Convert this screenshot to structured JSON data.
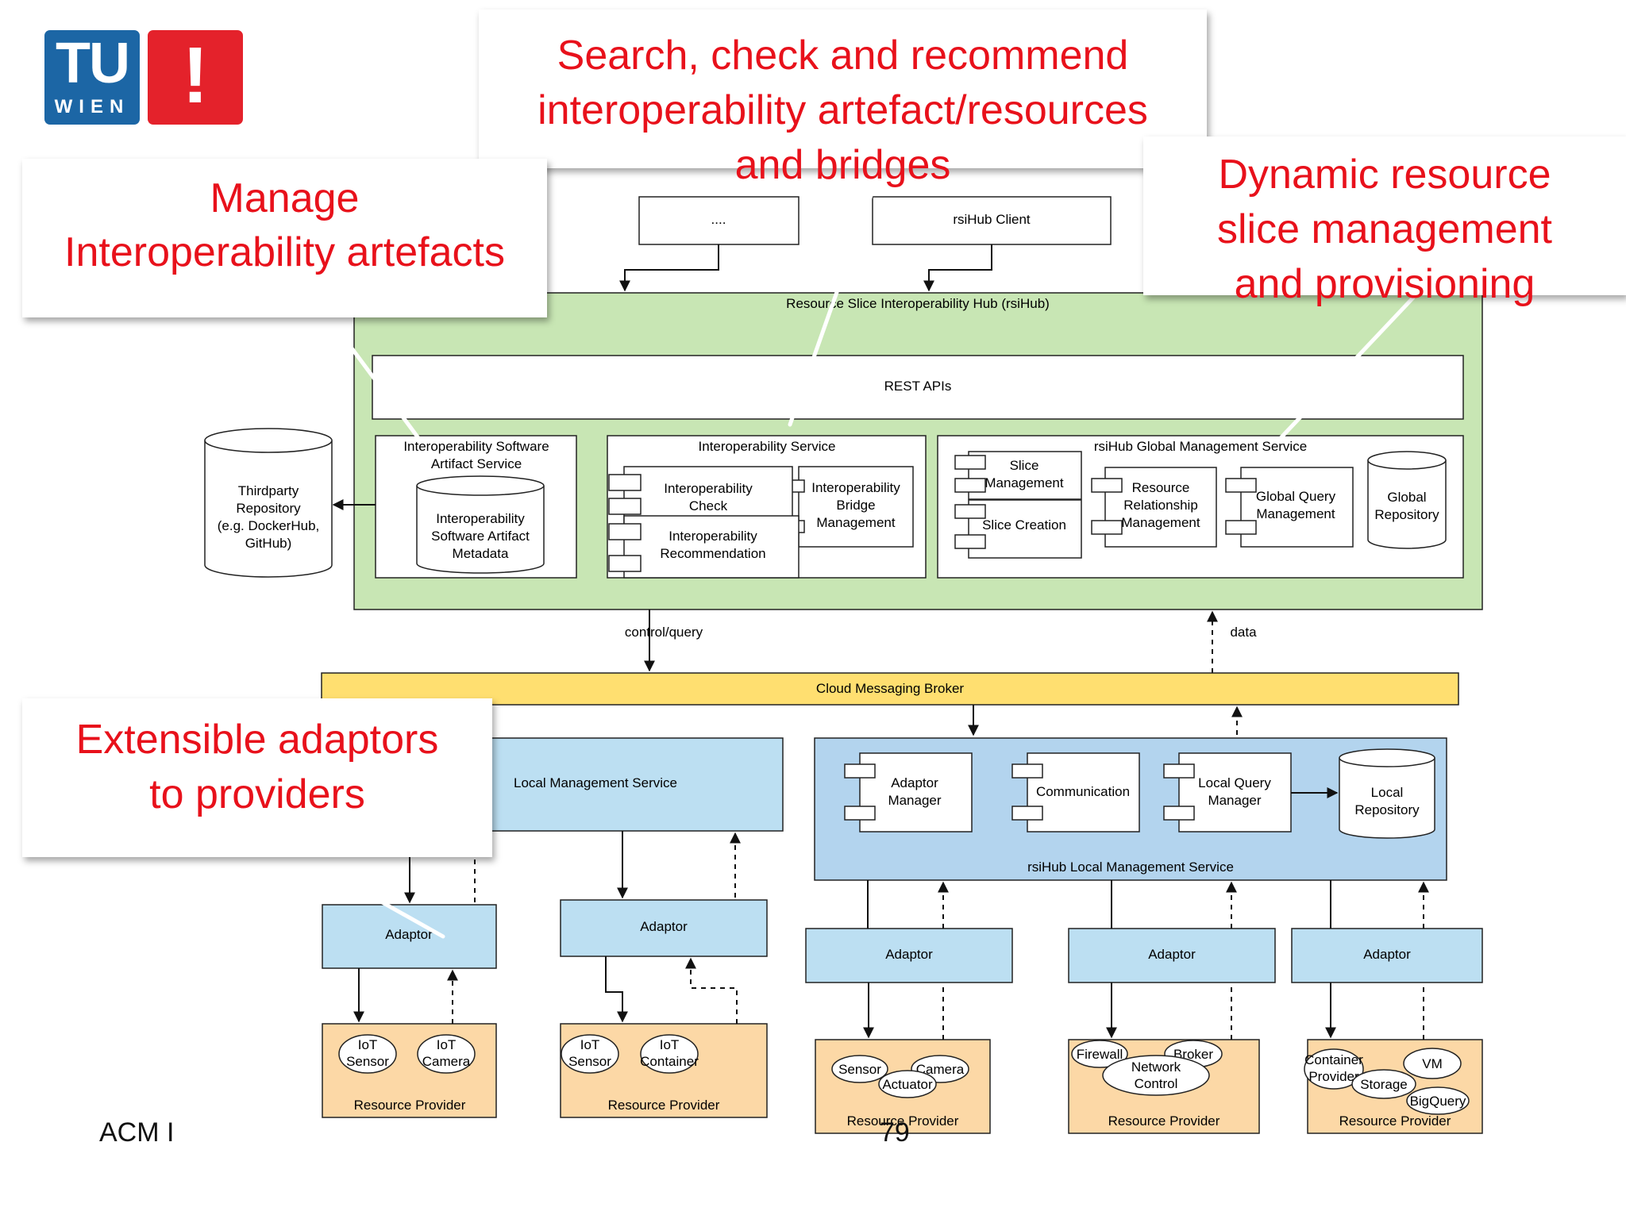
{
  "logo": {
    "tu": "TU",
    "wien": "WIEN",
    "mark": "!"
  },
  "footer": {
    "left": "ACM I",
    "page": "79"
  },
  "callouts": {
    "search": {
      "line1": "Search, check and recommend",
      "line2": "interoperability artefact/resources",
      "line3": "and bridges"
    },
    "manage": {
      "line1": "Manage",
      "line2": "Interoperability artefacts"
    },
    "dynamic": {
      "line1": "Dynamic resource",
      "line2": "slice management",
      "line3": "and provisioning"
    },
    "adaptors": {
      "line1": "Extensible adaptors",
      "line2": "to providers"
    }
  },
  "clients": {
    "other": "....",
    "rsihub": "rsiHub Client"
  },
  "hub": {
    "title": "Resource Slice Interoperability Hub (rsiHub)",
    "rest": "REST APIs",
    "artifact_service": {
      "title_1": "Interoperability Software",
      "title_2": "Artifact Service",
      "meta_1": "Interoperability",
      "meta_2": "Software Artifact",
      "meta_3": "Metadata"
    },
    "interop_service": {
      "title": "Interoperability Service",
      "check_1": "Interoperability",
      "check_2": "Check",
      "recommend_1": "Interoperability",
      "recommend_2": "Recommendation",
      "bridge_1": "Interoperability",
      "bridge_2": "Bridge",
      "bridge_3": "Management"
    },
    "global_service": {
      "title": "rsiHub Global Management Service",
      "slice_mgmt_1": "Slice",
      "slice_mgmt_2": "Management",
      "slice_creation": "Slice Creation",
      "rel_1": "Resource",
      "rel_2": "Relationship",
      "rel_3": "Management",
      "query_1": "Global Query",
      "query_2": "Management",
      "repo_1": "Global",
      "repo_2": "Repository"
    }
  },
  "thirdparty": {
    "line1": "Thirdparty",
    "line2": "Repository",
    "line3": "(e.g. DockerHub,",
    "line4": "GitHub)"
  },
  "flows": {
    "control": "control/query",
    "data": "data"
  },
  "broker": "Cloud Messaging Broker",
  "local_left": "Local  Management Service",
  "local_right": {
    "title": "rsiHub Local  Management Service",
    "adaptor_mgr_1": "Adaptor",
    "adaptor_mgr_2": "Manager",
    "communication": "Communication",
    "lqm_1": "Local Query",
    "lqm_2": "Manager",
    "repo_1": "Local",
    "repo_2": "Repository"
  },
  "adaptor_label": "Adaptor",
  "provider_label": "Resource Provider",
  "providers": {
    "p1": {
      "a_1": "IoT",
      "a_2": "Sensor",
      "b_1": "IoT",
      "b_2": "Camera"
    },
    "p2": {
      "a_1": "IoT",
      "a_2": "Sensor",
      "b_1": "IoT",
      "b_2": "Container"
    },
    "p3": {
      "a": "Sensor",
      "b": "Camera",
      "c": "Actuator"
    },
    "p4": {
      "a": "Firewall",
      "b": "Broker",
      "c_1": "Network",
      "c_2": "Control"
    },
    "p5": {
      "a_1": "Container",
      "a_2": "Provider",
      "b": "VM",
      "c": "Storage",
      "d": "BigQuery"
    }
  },
  "colors": {
    "hub_green": "#c8e6b4",
    "broker_yellow": "#ffdf70",
    "local_blue": "#bcdff2",
    "local_blue_dark": "#b3d4ee",
    "provider_orange": "#fcd8a6",
    "callout_red": "#e8111b",
    "logo_blue": "#1c66a5",
    "logo_red": "#e4222b"
  }
}
